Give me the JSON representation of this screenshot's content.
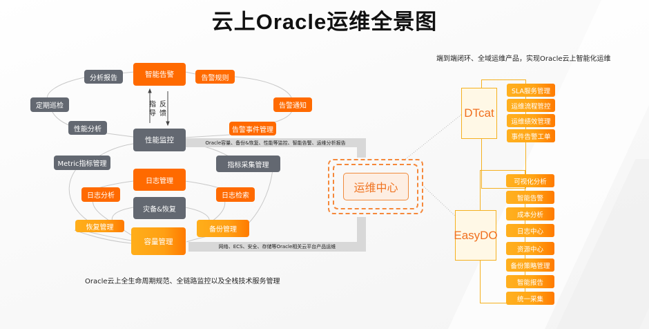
{
  "title": "云上Oracle运维全景图",
  "subtitle_right": "端到端闭环、全域运维产品，实现Oracle云上智能化运维",
  "caption_bottom": "Oracle云上全生命周期规范、全链路监控以及全栈技术服务管理",
  "colors": {
    "accent_orange": "#ff6a00",
    "node_gray": "#636871",
    "gradient_orange": "#ffa014",
    "band_gray": "#d8d8d8",
    "product_border": "#f5b01e"
  },
  "left_cluster": {
    "nodes": {
      "smart_alert": "智能告警",
      "analysis_report": "分析报告",
      "alert_rule": "告警规则",
      "periodic_inspection": "定期巡检",
      "alert_notify": "告警通知",
      "perf_analysis": "性能分析",
      "alert_event_mgmt": "告警事件管理",
      "perf_monitor": "性能监控",
      "metric_mgmt": "Metric指标管理",
      "metric_collect": "指标采集管理",
      "log_mgmt": "日志管理",
      "log_analysis": "日志分析",
      "log_search": "日志检索",
      "dr_recovery": "灾备&恢复",
      "recovery_mgmt": "恢复管理",
      "backup_mgmt": "备份管理",
      "capacity_mgmt": "容量管理"
    },
    "guide_label": "指导",
    "feedback_label": "反馈",
    "guide_chars": [
      "指",
      "导"
    ],
    "feedback_chars": [
      "反",
      "馈"
    ]
  },
  "bands": {
    "top": "Oracle容量、备份&恢复、性能等监控、智能告警、运维分析报告",
    "bottom": "网络、ECS、安全、存储等Oracle相关云平台产品运维"
  },
  "center": {
    "label": "运维中心"
  },
  "products": [
    {
      "name": "DTcat",
      "features": [
        "SLA服务管理",
        "运维流程管控",
        "运维绩效管理",
        "事件告警工单"
      ]
    },
    {
      "name": "EasyDO",
      "features": [
        "可视化分析",
        "智能告警",
        "成本分析",
        "日志中心",
        "资源中心",
        "备份策略管理",
        "智能报告",
        "统一采集"
      ]
    }
  ]
}
